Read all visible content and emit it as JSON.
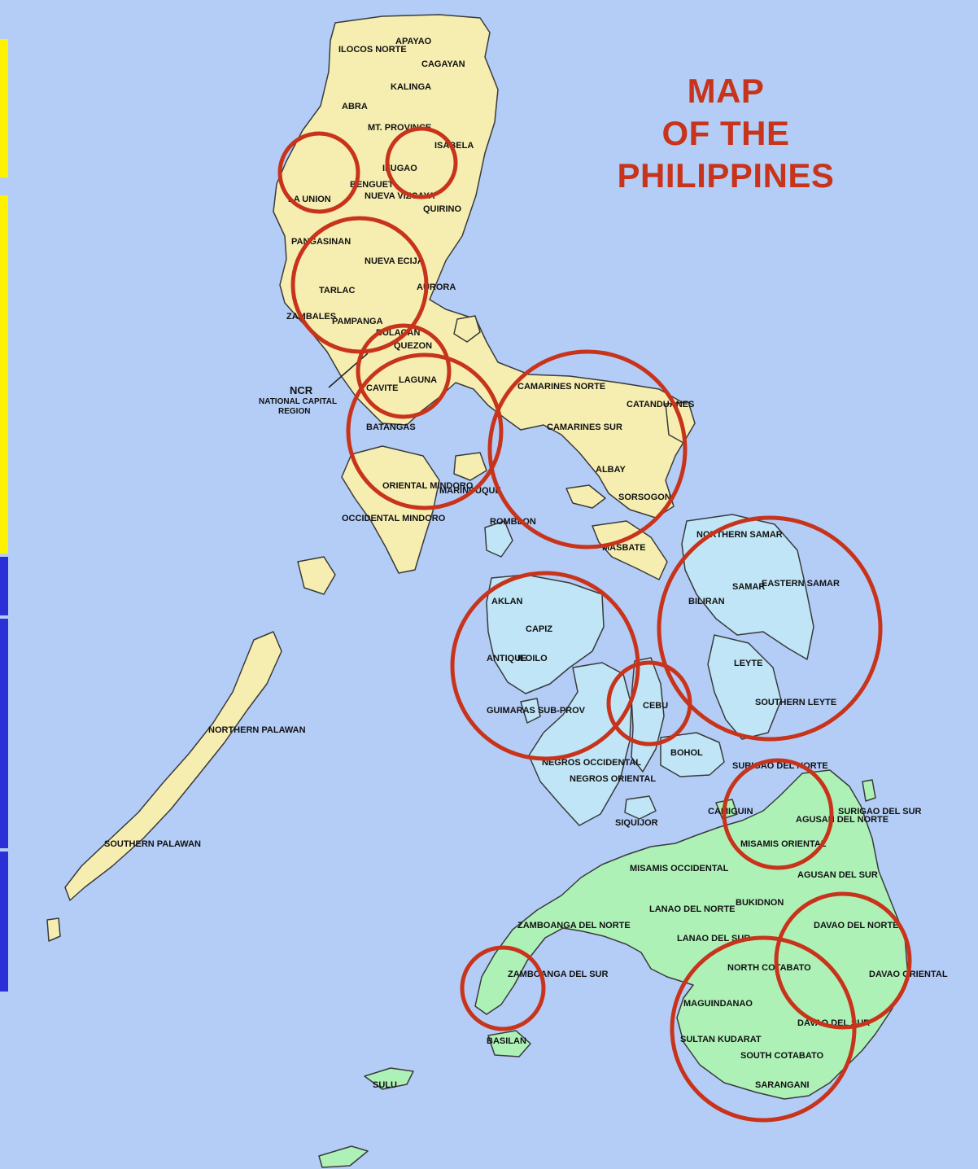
{
  "title_lines": [
    "MAP",
    "OF THE",
    "PHILIPPINES"
  ],
  "colors": {
    "sea": "#b3cdf7",
    "luzon": "#f6eeb1",
    "visayas": "#bfe5f6",
    "mindanao": "#aef1b7",
    "circle": "#c8341b",
    "bar_yellow": "#fff200",
    "bar_blue": "#2b2fd6"
  },
  "labels": {
    "ilocos_norte": "ILOCOS NORTE",
    "apayao": "APAYAO",
    "cagayan": "CAGAYAN",
    "abra": "ABRA",
    "kalinga": "KALINGA",
    "mt_province": "MT. PROVINCE",
    "isabela": "ISABELA",
    "ifugao": "IFUGAO",
    "benguet": "BENGUET",
    "la_union": "LA UNION",
    "nueva_vizcaya": "NUEVA VIZCAYA",
    "quirino": "QUIRINO",
    "pangasinan": "PANGASINAN",
    "nueva_ecija": "NUEVA ECIJA",
    "tarlac": "TARLAC",
    "zambales": "ZAMBALES",
    "pampanga": "PAMPANGA",
    "aurora": "AURORA",
    "bulacan": "BULACAN",
    "quezon": "QUEZON",
    "ncr": "NCR",
    "ncr_full": "NATIONAL CAPITAL",
    "ncr_region": "REGION",
    "cavite": "CAVITE",
    "laguna": "LAGUNA",
    "batangas": "BATANGAS",
    "camarines_norte": "CAMARINES NORTE",
    "camarines_sur": "CAMARINES SUR",
    "catanduanes": "CATANDUANES",
    "albay": "ALBAY",
    "sorsogon": "SORSOGON",
    "marinduque": "MARINDUQUE",
    "oriental_mindoro": "ORIENTAL MINDORO",
    "occidental_mindoro": "OCCIDENTAL MINDORO",
    "romblon": "ROMBLON",
    "masbate": "MASBATE",
    "northern_samar": "NORTHERN SAMAR",
    "eastern_samar": "EASTERN SAMAR",
    "samar": "SAMAR",
    "biliran": "BILIRAN",
    "leyte": "LEYTE",
    "southern_leyte": "SOUTHERN LEYTE",
    "aklan": "AKLAN",
    "capiz": "CAPIZ",
    "antique": "ANTIQUE",
    "iloilo": "ILOILO",
    "guimaras": "GUIMARAS SUB-PROV",
    "negros_occidental": "NEGROS OCCIDENTAL",
    "negros_oriental": "NEGROS ORIENTAL",
    "cebu": "CEBU",
    "bohol": "BOHOL",
    "siquijor": "SIQUIJOR",
    "northern_palawan": "NORTHERN PALAWAN",
    "southern_palawan": "SOUTHERN PALAWAN",
    "surigao_del_norte": "SURIGAO DEL NORTE",
    "camiguin": "CAMIGUIN",
    "misamis_oriental": "MISAMIS ORIENTAL",
    "agusan_del_norte": "AGUSAN DEL NORTE",
    "surigao_del_sur": "SURIGAO DEL SUR",
    "agusan_del_sur": "AGUSAN DEL SUR",
    "misamis_occidental": "MISAMIS OCCIDENTAL",
    "bukidnon": "BUKIDNON",
    "zamboanga_del_norte": "ZAMBOANGA DEL NORTE",
    "zamboanga_del_sur": "ZAMBOANGA DEL SUR",
    "lanao_del_norte": "LANAO DEL NORTE",
    "lanao_del_sur": "LANAO DEL SUR",
    "davao_del_norte": "DAVAO DEL NORTE",
    "davao_oriental": "DAVAO ORIENTAL",
    "north_cotabato": "NORTH COTABATO",
    "maguindanao": "MAGUINDANAO",
    "davao_del_sur": "DAVAO DEL SUR",
    "sultan_kudarat": "SULTAN KUDARAT",
    "south_cotabato": "SOUTH COTABATO",
    "sarangani": "SARANGANI",
    "basilan": "BASILAN",
    "sulu": "SULU"
  },
  "highlight_circles": [
    "La Union",
    "Ifugao",
    "Nueva Ecija / Tarlac",
    "Metro Manila",
    "Batangas / Laguna",
    "Camarines Sur / Albay",
    "Capiz / Iloilo",
    "Samar / Leyte",
    "Cebu",
    "Surigao del Norte",
    "Zamboanga",
    "Davao",
    "Cotabato / Sarangani"
  ]
}
